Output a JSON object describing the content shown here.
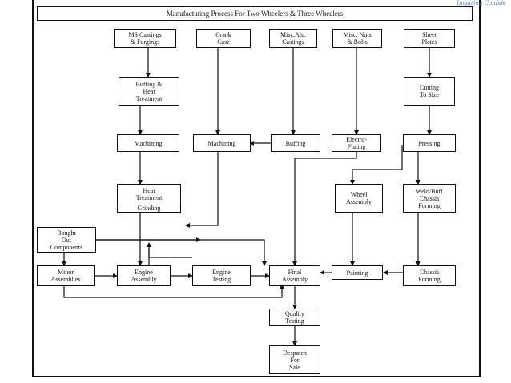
{
  "title": "Manufacturing Process For Two Wheelers & Three Wheelers",
  "brand": "Inspiring Confide",
  "nodes": {
    "ms_castings": "MS Castings\n& Forgings",
    "crank_case": "Crank\nCase",
    "misc_alu": "Misc.Alu.\nCastings",
    "misc_nuts": "Misc. Nuts\n& Bolts",
    "sheet_plates": "Sheet\nPlates",
    "buffing_heat": "Buffing &\nHeat\nTreatment",
    "cutting": "Cutting\nTo Size",
    "machining_1": "Machining",
    "machining_2": "Machining",
    "buffing": "Buffing",
    "electro_plating": "Electro-\nPlating",
    "pressing": "Pressing",
    "heat_treatment_top": "Heat\nTreatment",
    "heat_treatment_bottom": "Grinding",
    "wheel_assembly": "Wheel\nAssembly",
    "weld_buff": "Weld/Buff\nChassis\nForming",
    "bought_out": "Bought\nOut\nComponents",
    "minor_assemblies": "Minor\nAssemblies",
    "engine_assembly": "Engine\nAssembly",
    "engine_testing": "Engine\nTesting",
    "final_assembly": "Final\nAssembly",
    "painting": "Painting",
    "chassis_forming": "Chassis\nForming",
    "quality_testing": "Quality\nTesting",
    "despatch": "Despatch\nFor\nSale"
  }
}
